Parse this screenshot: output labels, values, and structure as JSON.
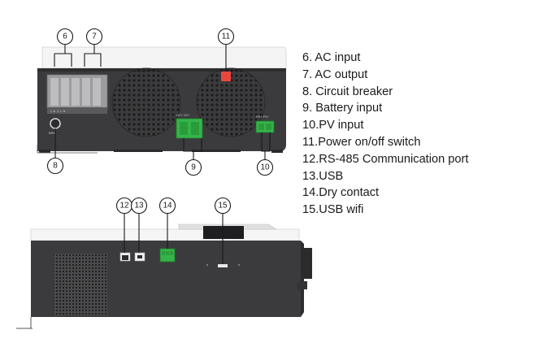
{
  "legend": [
    {
      "id": 6,
      "text": "6.  AC input"
    },
    {
      "id": 7,
      "text": "7.  AC output"
    },
    {
      "id": 8,
      "text": "8.  Circuit breaker"
    },
    {
      "id": 9,
      "text": "9.  Battery input"
    },
    {
      "id": 10,
      "text": "10.PV input"
    },
    {
      "id": 11,
      "text": "11.Power on/off switch"
    },
    {
      "id": 12,
      "text": "12.RS-485 Communication port"
    },
    {
      "id": 13,
      "text": "13.USB"
    },
    {
      "id": 14,
      "text": "14.Dry contact"
    },
    {
      "id": 15,
      "text": "15.USB wifi"
    }
  ],
  "callouts": {
    "c6": "6",
    "c7": "7",
    "c8": "8",
    "c9": "9",
    "c10": "10",
    "c11": "11",
    "c12": "12",
    "c13": "13",
    "c14": "14",
    "c15": "15"
  },
  "colors": {
    "housing": "#3b3b3d",
    "housing_dark": "#2a2a2c",
    "top_panel": "#f2f2f2",
    "terminal_green": "#35b44a",
    "switch_red": "#e8473f"
  }
}
